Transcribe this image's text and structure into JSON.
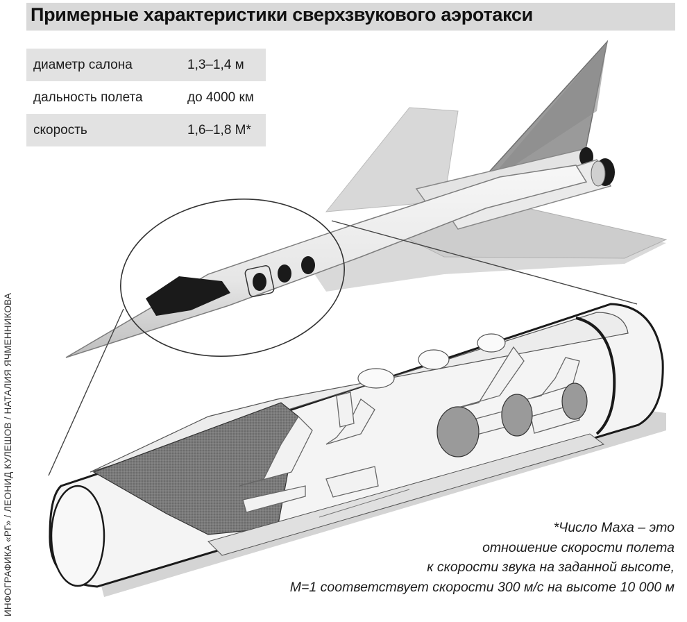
{
  "title": "Примерные характеристики сверхзвукового аэротакси",
  "specs": [
    {
      "label": "диаметр салона",
      "value": "1,3–1,4 м"
    },
    {
      "label": "дальность полета",
      "value": "до 4000 км"
    },
    {
      "label": "скорость",
      "value": "1,6–1,8 М*"
    }
  ],
  "credit": "ИНФОГРАФИКА «РГ» / ЛЕОНИД КУЛЕШОВ / НАТАЛИЯ ЯЧМЕННИКОВА",
  "footnote": [
    "*Число Маха – это",
    "отношение скорости полета",
    "к скорости звука на заданной высоте,",
    "М=1 соответствует скорости 300 м/с на высоте 10 000 м"
  ],
  "colors": {
    "title_bg": "#d9d9d9",
    "row_shade": "#e2e2e2",
    "shadow": "#cfcfcf",
    "fuselage": "#efefef",
    "dark": "#1a1a1a"
  }
}
